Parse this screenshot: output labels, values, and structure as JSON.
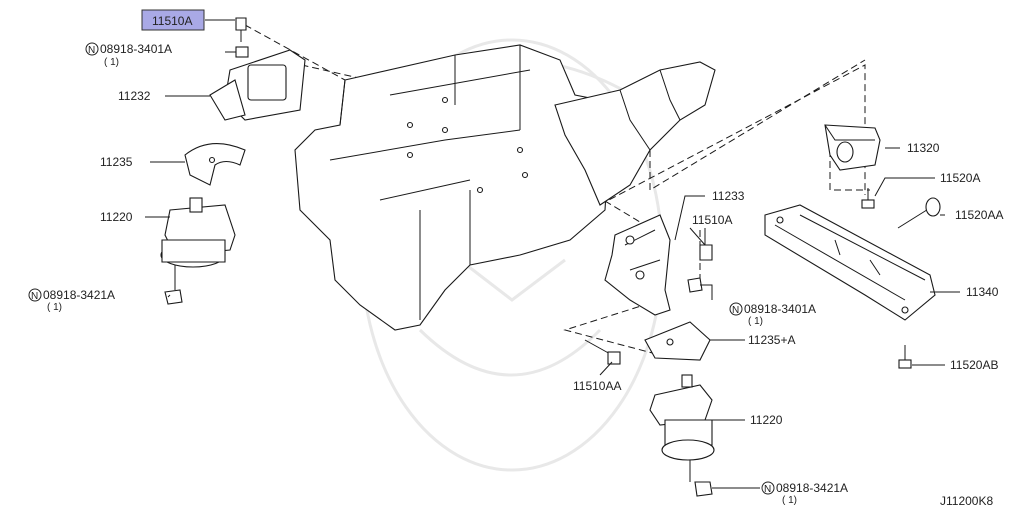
{
  "highlight_color": "#a9a9e6",
  "labels": {
    "p11510A_top": "11510A",
    "n08918_3401A_top": "08918-3401A",
    "n08918_3401A_top_qty": "( 1)",
    "p11232": "11232",
    "p11235": "11235",
    "p11220_left": "11220",
    "n08918_3421A_left": "08918-3421A",
    "n08918_3421A_left_qty": "( 1)",
    "p11320": "11320",
    "p11520A": "11520A",
    "p11520AA": "11520AA",
    "p11340": "11340",
    "p11520AB": "11520AB",
    "p11233": "11233",
    "p11510A_mid": "11510A",
    "n08918_3401A_mid": "08918-3401A",
    "n08918_3401A_mid_qty": "( 1)",
    "p11235A": "11235+A",
    "p11510AA": "11510AA",
    "p11220_right": "11220",
    "n08918_3421A_right": "08918-3421A",
    "n08918_3421A_right_qty": "( 1)",
    "diagram_code": "J11200K8"
  },
  "icons": {
    "n_symbol": "N",
    "nut_marker": "circled-n-icon"
  }
}
